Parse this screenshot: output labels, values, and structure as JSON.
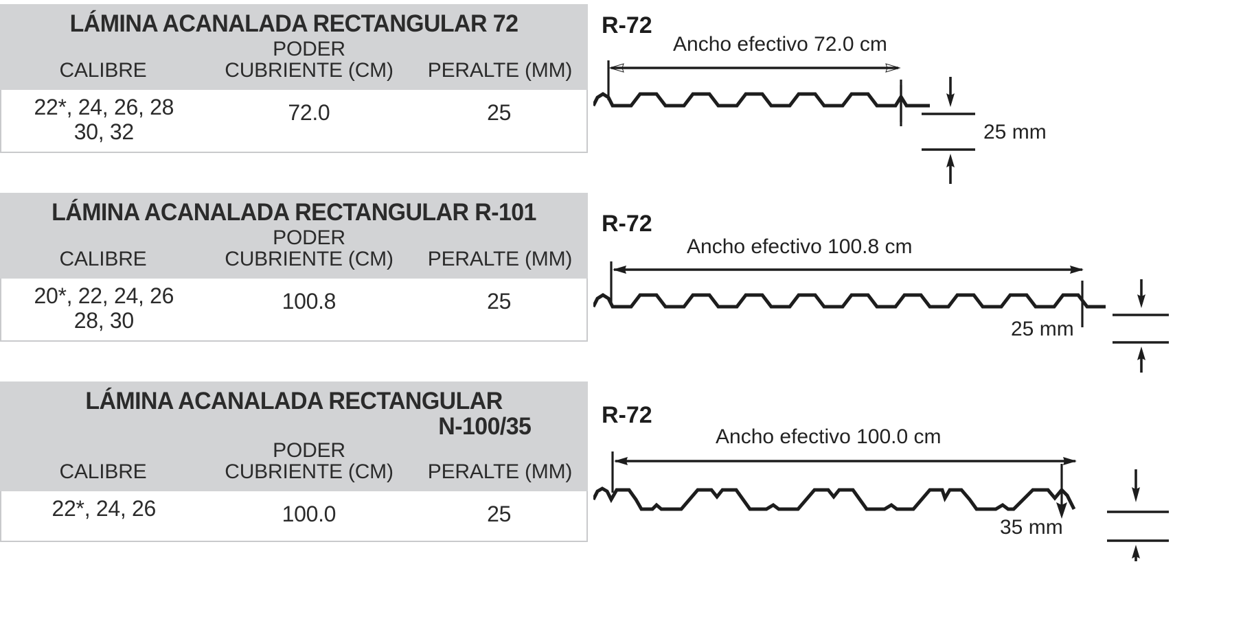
{
  "products": [
    {
      "id": "r-72",
      "title": "LÁMINA ACANALADA RECTANGULAR 72",
      "title_main": "LÁMINA ACANALADA RECTANGULAR 72",
      "title_suffix": "",
      "columns": {
        "calibre": "CALIBRE",
        "poder_line1": "PODER",
        "poder_line2": "CUBRIENTE (CM)",
        "peralte": "PERALTE (MM)"
      },
      "row": {
        "calibre_line1": "22*, 24, 26, 28",
        "calibre_line2": "30, 32",
        "poder_cubriente": "72.0",
        "peralte": "25"
      },
      "diagram": {
        "profile_name": "R-72",
        "width_label": "Ancho efectivo 72.0 cm",
        "depth_label": "25 mm",
        "ribs": 6,
        "effective_width_cm": 72.0,
        "depth_mm": 25
      }
    },
    {
      "id": "r-101",
      "title": "LÁMINA ACANALADA RECTANGULAR R-101",
      "title_main": "LÁMINA ACANALADA RECTANGULAR R-101",
      "title_suffix": "",
      "columns": {
        "calibre": "CALIBRE",
        "poder_line1": "PODER",
        "poder_line2": "CUBRIENTE (CM)",
        "peralte": "PERALTE (MM)"
      },
      "row": {
        "calibre_line1": "20*, 22, 24, 26",
        "calibre_line2": "28, 30",
        "poder_cubriente": "100.8",
        "peralte": "25"
      },
      "diagram": {
        "profile_name": "R-72",
        "width_label": "Ancho efectivo 100.8 cm",
        "depth_label": "25 mm",
        "ribs": 8,
        "effective_width_cm": 100.8,
        "depth_mm": 25
      }
    },
    {
      "id": "n-100-35",
      "title": "LÁMINA ACANALADA RECTANGULAR N-100/35",
      "title_main": "LÁMINA ACANALADA RECTANGULAR",
      "title_suffix": "N-100/35",
      "columns": {
        "calibre": "CALIBRE",
        "poder_line1": "PODER",
        "poder_line2": "CUBRIENTE (CM)",
        "peralte": "PERALTE (MM)"
      },
      "row": {
        "calibre_line1": "22*, 24, 26",
        "calibre_line2": "",
        "poder_cubriente": "100.0",
        "peralte": "25"
      },
      "diagram": {
        "profile_name": "R-72",
        "width_label": "Ancho efectivo 100.0 cm",
        "depth_label": "35 mm",
        "ribs": 3,
        "effective_width_cm": 100.0,
        "depth_mm": 35
      }
    }
  ],
  "colors": {
    "header_bg": "#d2d3d5",
    "body_bg": "#ffffff",
    "ink": "#2b2b2b",
    "line": "#1d1d1d",
    "border": "#c9cacc"
  }
}
